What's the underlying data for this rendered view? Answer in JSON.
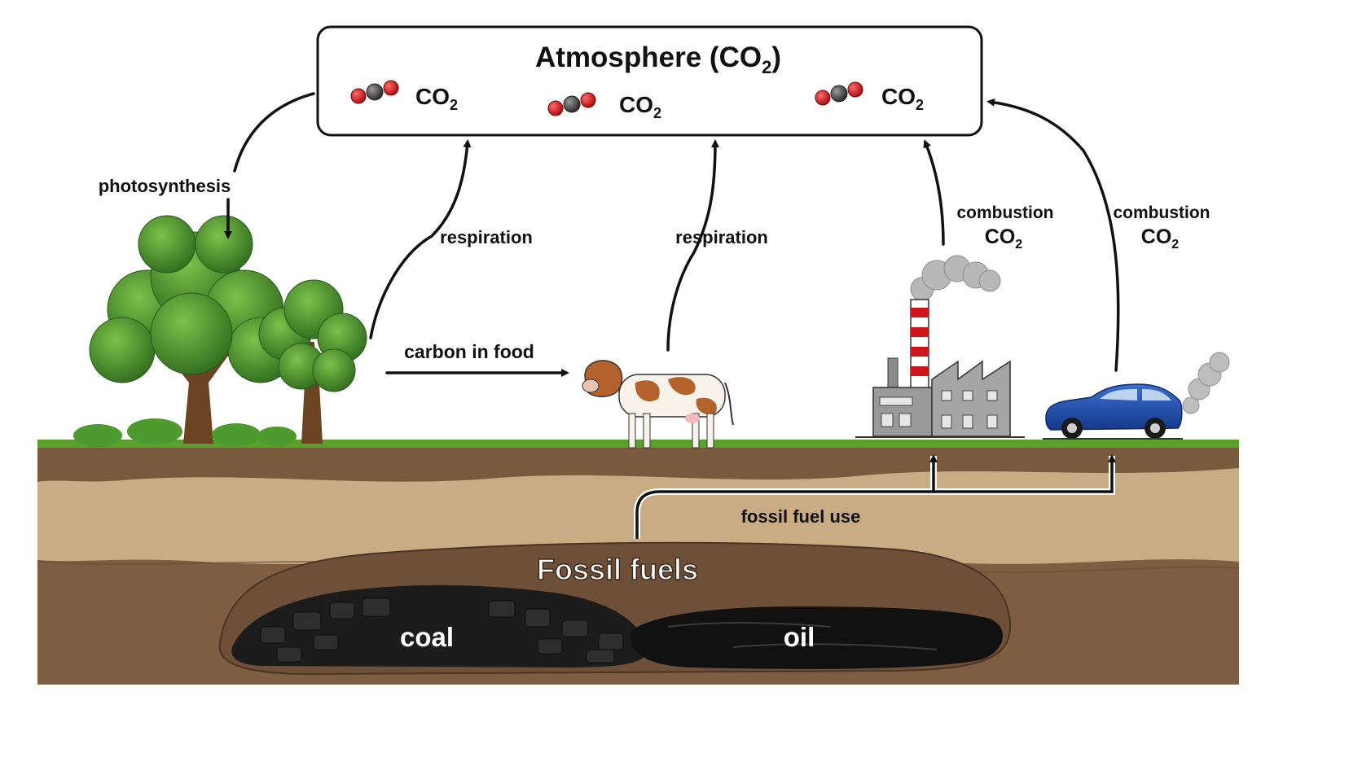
{
  "atmosphere": {
    "title_main": "Atmosphere (CO",
    "title_sub": "2",
    "title_end": ")",
    "molecules": [
      {
        "main": "CO",
        "sub": "2"
      },
      {
        "main": "CO",
        "sub": "2"
      },
      {
        "main": "CO",
        "sub": "2"
      }
    ]
  },
  "processes": {
    "photosynthesis": "photosynthesis",
    "respiration_plants": "respiration",
    "respiration_animals": "respiration",
    "carbon_in_food": "carbon in food",
    "combustion_factory": {
      "label": "combustion",
      "main": "CO",
      "sub": "2"
    },
    "combustion_car": {
      "label": "combustion",
      "main": "CO",
      "sub": "2"
    },
    "fossil_fuel_use": "fossil fuel use"
  },
  "underground": {
    "title": "Fossil fuels",
    "coal": "coal",
    "oil": "oil"
  },
  "colors": {
    "arrow": "#111111",
    "oxygen": "#d0151c",
    "carbon": "#444444",
    "grass": "#5aa02c",
    "soil_top": "#7a5a3c",
    "soil_mid": "#c9ab84",
    "soil_deep": "#7e5d40",
    "coal": "#1c1c1c",
    "oil": "#111111",
    "car": "#1f4fa8",
    "cow_spot": "#b3622c",
    "leaf": "#3f8a2a"
  },
  "icons": {
    "tree": "tree-icon",
    "cow": "cow-icon",
    "factory": "factory-icon",
    "car": "car-icon",
    "molecule": "co2-molecule-icon",
    "smoke": "smoke-icon"
  }
}
